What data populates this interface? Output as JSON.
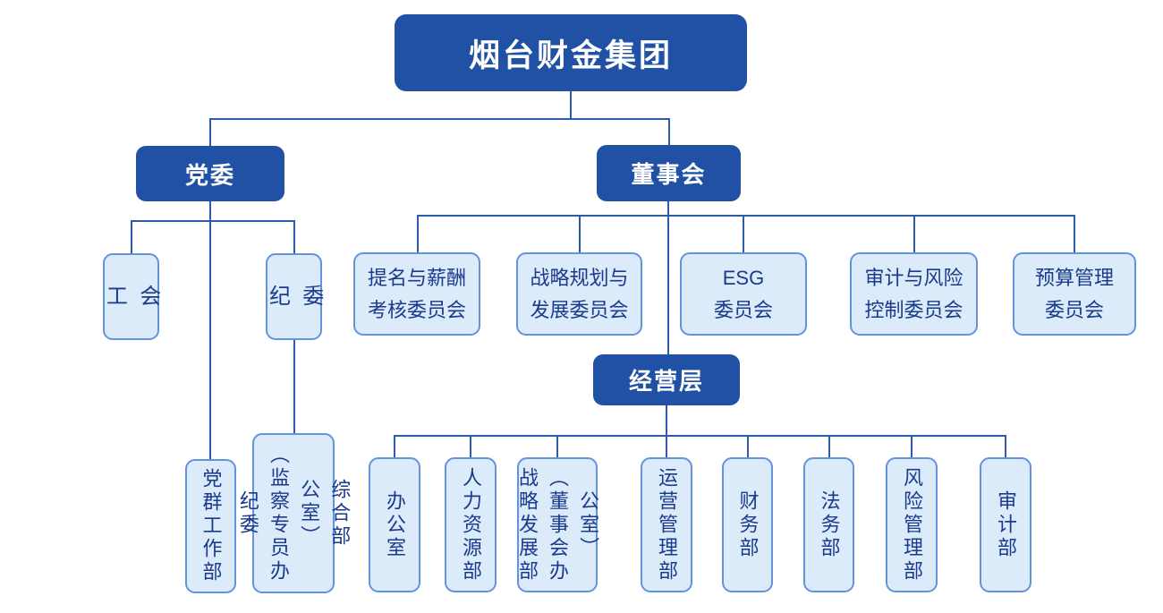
{
  "title": {
    "label": "烟台财金集团"
  },
  "colors": {
    "primary_blue": "#2051A5",
    "light_fill": "#DCEBFA",
    "box_border": "#6393DC",
    "text_navy": "#1A3A8C",
    "connector_line": "#2A5CAB",
    "node_text_on_dark": "#FFFFFF"
  },
  "level2": {
    "party": {
      "label": "党委"
    },
    "board": {
      "label": "董事会"
    }
  },
  "party_children": {
    "union": {
      "label": "工\n会"
    },
    "discipline": {
      "label": "纪\n委"
    }
  },
  "board_committees": [
    {
      "label": "提名与薪酬\n考核委员会"
    },
    {
      "label": "战略规划与\n发展委员会"
    },
    {
      "label": "ESG\n委员会"
    },
    {
      "label": "审计与风险\n控制委员会"
    },
    {
      "label": "预算管理\n委员会"
    }
  ],
  "management": {
    "label": "经营层"
  },
  "party_departments": [
    {
      "label": "党群工作部"
    },
    {
      "label": "纪委\n（监察专员办公室）\n综合部"
    }
  ],
  "management_departments": [
    {
      "label": "办公室"
    },
    {
      "label": "人力资源部"
    },
    {
      "label": "战略发展部\n（董事会办公室）"
    },
    {
      "label": "运营管理部"
    },
    {
      "label": "财务部"
    },
    {
      "label": "法务部"
    },
    {
      "label": "风险管理部"
    },
    {
      "label": "审计部"
    }
  ]
}
